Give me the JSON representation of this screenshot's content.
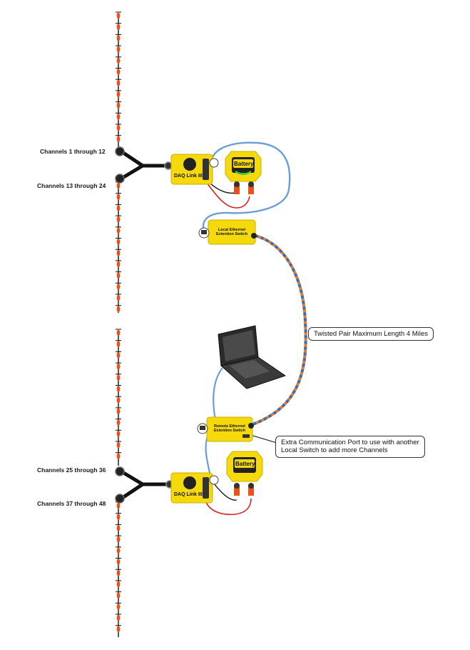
{
  "labels": {
    "ch1": "Channels 1 through 12",
    "ch2": "Channels 13 through 24",
    "ch3": "Channels 25 through 36",
    "ch4": "Channels 37 through 48"
  },
  "devices": {
    "daq_top": "DAQ Link III",
    "daq_bottom": "DAQ Link III",
    "battery_top": "Battery",
    "battery_bottom": "Battery",
    "local_switch": [
      "Local Ethernet",
      "Extention Switch"
    ],
    "remote_switch": [
      "Remote Ethernet",
      "Extention Switch"
    ]
  },
  "callouts": {
    "twisted_pair": "Twisted Pair Maximum Length 4 Miles",
    "extra_port": [
      "Extra Communication Port to use with another",
      "Local Switch to add more Channels"
    ]
  },
  "colors": {
    "cable_black": "#111111",
    "sensor_orange": "#e8521d",
    "device_yellow": "#f5d90a",
    "ethernet_blue": "#6a9ed6",
    "twisted_orange": "#e87a2a",
    "twisted_blue": "#2f6fc4",
    "power_red": "#d62020"
  }
}
